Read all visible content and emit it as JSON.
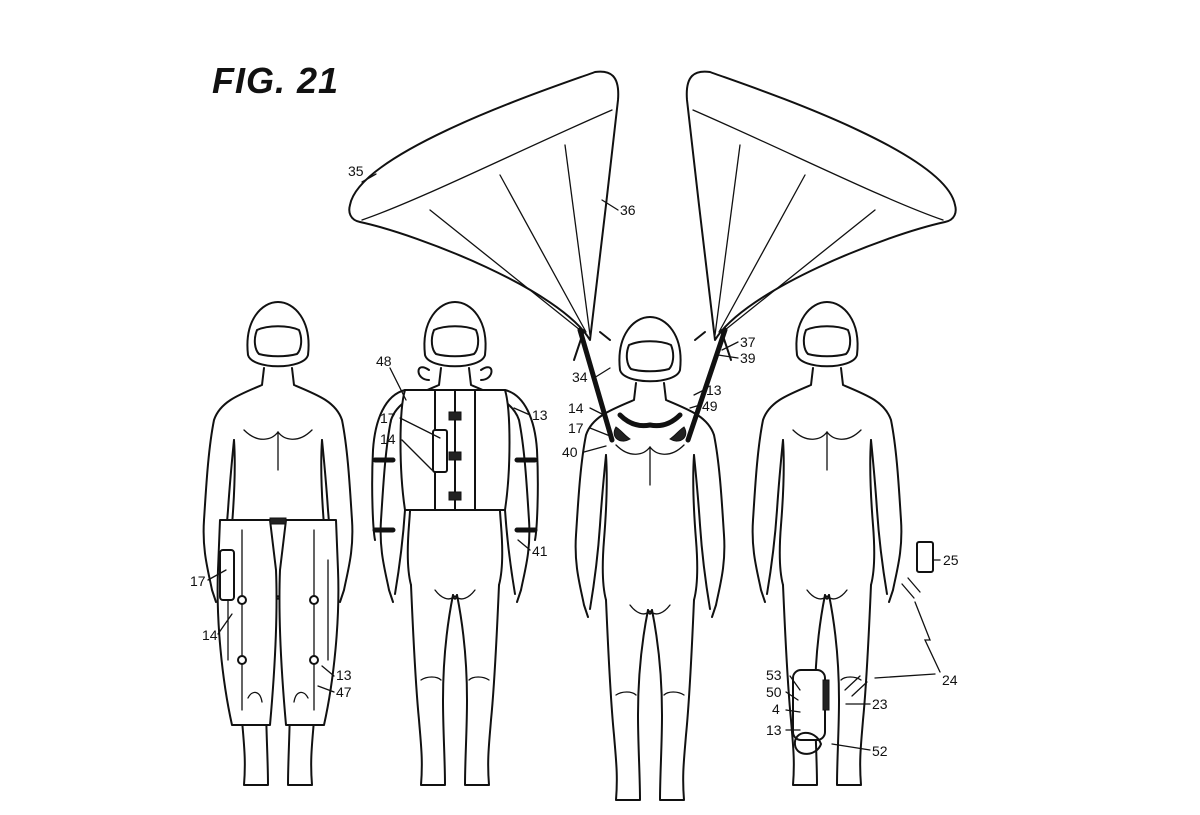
{
  "figure": {
    "title": "FIG. 21",
    "labels": {
      "l35": "35",
      "l36": "36",
      "l37": "37",
      "l39": "39",
      "l34": "34",
      "l13_c": "13",
      "l14_c": "14",
      "l49": "49",
      "l17_c": "17",
      "l40": "40",
      "l48": "48",
      "l17_b": "17",
      "l14_b": "14",
      "l13_b": "13",
      "l41": "41",
      "l17_a": "17",
      "l14_a": "14",
      "l13_a": "13",
      "l47": "47",
      "l25": "25",
      "l24": "24",
      "l53": "53",
      "l50": "50",
      "l4": "4",
      "l23": "23",
      "l13_d": "13",
      "l52": "52"
    }
  }
}
